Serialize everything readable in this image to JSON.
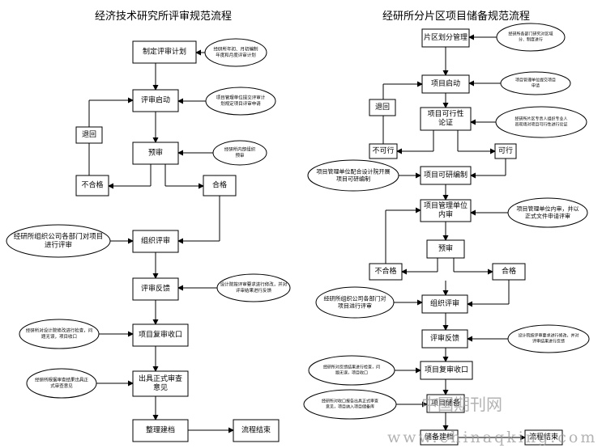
{
  "left": {
    "title": "经济技术研究所评审规范流程",
    "boxes": {
      "plan": "制定评审计划",
      "start": "评审启动",
      "pre": "预审",
      "fail": "不合格",
      "pass": "合格",
      "back": "退回",
      "organize": "组织评审",
      "feedback": "评审反馈",
      "recheck": "项目复审收口",
      "formal": [
        "出具正式审查",
        "意见"
      ],
      "archive": "整理建档",
      "end": "流程结束"
    },
    "notes": {
      "n1": [
        "经研所年初、月初编制",
        "年度和月度评审计划"
      ],
      "n2": [
        "项目管理单位提交评审计",
        "划规定项目评审申请"
      ],
      "n3": [
        "经研所内部组织",
        "预审"
      ],
      "n4": [
        "经研所组织公司各部门对项目",
        "进行评审"
      ],
      "n5": [
        "设计院按评审要求进行修改，并对",
        "评审结果进行反馈"
      ],
      "n6": [
        "经研所对设计院修改进行检查，问",
        "题无误，项目收口"
      ],
      "n7": [
        "经研所根据审查结果出具正",
        "式审查意见"
      ]
    }
  },
  "right": {
    "title": "经研所分片区项目储备规范流程",
    "boxes": {
      "zone": "片区划分管理",
      "start": "项目启动",
      "feas": [
        "项目可行性",
        "论证"
      ],
      "back": "退回",
      "notok": "不可行",
      "ok": "可行",
      "prep": "项目可研编制",
      "mgmt": [
        "项目管理单位",
        "内审"
      ],
      "pre": "预审",
      "fail": "不合格",
      "pass": "合格",
      "organize": "组织评审",
      "feedback": "评审反馈",
      "recheck": "项目复审收口",
      "report": "项目储备",
      "store": "储备建档",
      "end": "流程结束"
    },
    "notes": {
      "m1": [
        "经研所各部门研究对区域",
        "分、制度进行"
      ],
      "m2": [
        "项目管理单位提交项目",
        "申请"
      ],
      "m3": [
        "经研所片区专责人组织专业人",
        "员现场对项目可行性进行论证"
      ],
      "m4": [
        "项目管理单位配合设计院开展",
        "项目可研编制"
      ],
      "m5": [
        "项目管理单位内审，并以",
        "正式文件申请评审"
      ],
      "m6": [
        "经研所组织公司各部门对",
        "项目进行评审"
      ],
      "m7": [
        "设计院按评审要求进行修改，并对",
        "评审结果进行反馈"
      ],
      "m8": [
        "经研所对反馈结果进行检查，问",
        "题无误，项目收口"
      ],
      "m9": [
        "经研所对收口报告出具正式审查",
        "意见，项目纳入项目储备库"
      ]
    }
  },
  "watermark": {
    "cn": "中国期刊网",
    "url": "www.chinaqking.com"
  },
  "colors": {
    "line": "#000000",
    "watermark": "#9a9a9a"
  }
}
